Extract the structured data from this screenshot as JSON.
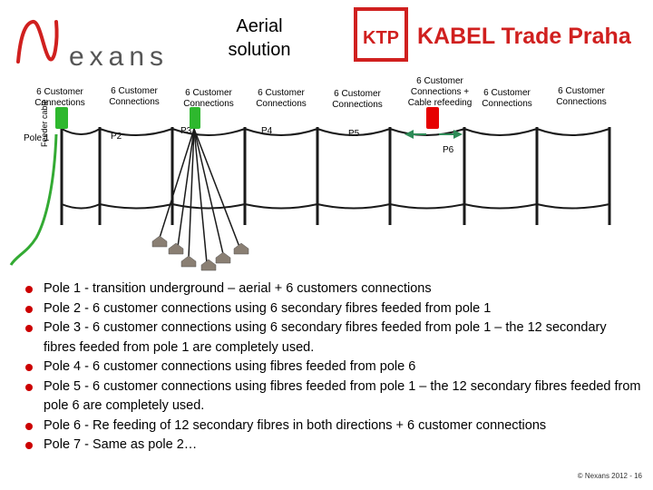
{
  "title": "Aerial solution",
  "logos": {
    "nexans": "exans",
    "ktp": "KTP",
    "kabel": "KABEL Trade Praha"
  },
  "customer_labels": [
    "6 Customer Connections",
    "6 Customer Connections",
    "6 Customer Connections",
    "6 Customer Connections",
    "6 Customer Connections",
    "6 Customer Connections + Cable refeeding",
    "6 Customer Connections",
    "6 Customer Connections"
  ],
  "pole_labels": [
    "Pole 1",
    "P2",
    "P3",
    "P4",
    "P5",
    "P6"
  ],
  "feeder_label": "Feeder cable",
  "colors": {
    "bullet": "#cc0000",
    "closure": "#2eb82e",
    "refeed": "#e60000",
    "arrow": "#2e8b57",
    "cable": "#1a1a1a",
    "feeder": "#33aa33",
    "ktp_red": "#d0201f"
  },
  "bullets": [
    "Pole 1 - transition underground – aerial + 6 customers connections",
    "Pole 2 - 6 customer connections using 6 secondary fibres feeded from pole 1",
    "Pole 3 - 6 customer connections using 6 secondary fibres feeded from pole 1 – the 12 secondary fibres feeded from pole 1 are completely used.",
    "Pole 4 - 6 customer connections using fibres feeded from pole 6",
    "Pole 5 - 6 customer connections using fibres feeded from pole 1 – the 12 secondary fibres feeded from pole 6 are completely used.",
    "Pole 6 - Re feeding of 12 secondary fibres in both directions + 6 customer connections",
    "Pole 7 - Same as pole 2…"
  ],
  "footer": "© Nexans 2012 - 16"
}
